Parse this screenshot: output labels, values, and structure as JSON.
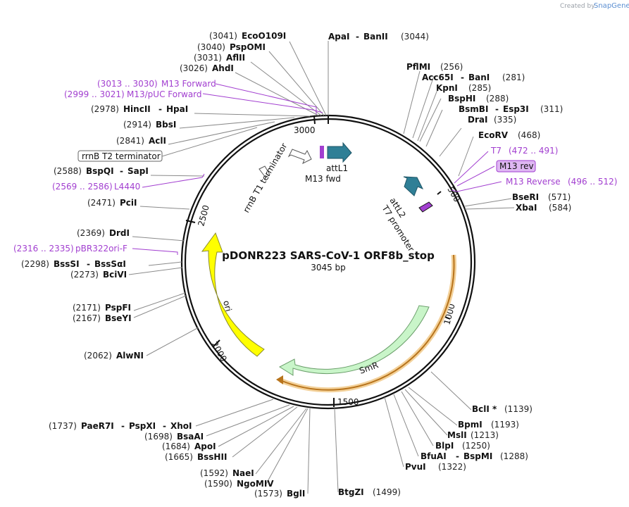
{
  "header": {
    "created_by": "Created by",
    "brand": "SnapGene"
  },
  "map": {
    "name": "pDONR223 SARS-CoV-1 ORF8b_stop",
    "length": "3045 bp",
    "ticks": [
      "500",
      "1000",
      "1500",
      "2000",
      "2500",
      "3000"
    ]
  },
  "features": {
    "attL1": "attL1",
    "m13fwd": "M13 fwd",
    "attL2": "attL2",
    "t7promoter": "T7 promoter",
    "smr": "SmR",
    "ori": "ori",
    "rrnB_t1": "rrnB T1 terminator",
    "rrnB_t2": "rrnB T2 terminator"
  },
  "sites": [
    {
      "id": "ecoO109i",
      "pos": "(3041)",
      "name": "EcoO109I"
    },
    {
      "id": "pspomi",
      "pos": "(3040)",
      "name": "PspOMI"
    },
    {
      "id": "aflii",
      "pos": "(3031)",
      "name": "AflII"
    },
    {
      "id": "ahdi",
      "pos": "(3026)",
      "name": "AhdI"
    },
    {
      "id": "m13forward",
      "pos": "(3013 .. 3030)",
      "name": "M13 Forward",
      "primer": true
    },
    {
      "id": "m13puc",
      "pos": "(2999 .. 3021)",
      "name": "M13/pUC Forward",
      "primer": true
    },
    {
      "id": "hincii",
      "pos": "(2978)",
      "name": "HincII",
      "name2": "HpaI"
    },
    {
      "id": "bbsi",
      "pos": "(2914)",
      "name": "BbsI"
    },
    {
      "id": "acli",
      "pos": "(2841)",
      "name": "AclI"
    },
    {
      "id": "bspqi",
      "pos": "(2588)",
      "name": "BspQI",
      "name2": "SapI"
    },
    {
      "id": "l4440",
      "pos": "(2569 .. 2586)",
      "name": "L4440",
      "primer": true
    },
    {
      "id": "pcii",
      "pos": "(2471)",
      "name": "PciI"
    },
    {
      "id": "drdi",
      "pos": "(2369)",
      "name": "DrdI"
    },
    {
      "id": "pbr322",
      "pos": "(2316 .. 2335)",
      "name": "pBR322ori-F",
      "primer": true
    },
    {
      "id": "bsssi",
      "pos": "(2298)",
      "name": "BssSI",
      "name2": "BssSαI"
    },
    {
      "id": "bcivi",
      "pos": "(2273)",
      "name": "BciVI"
    },
    {
      "id": "pspfi",
      "pos": "(2171)",
      "name": "PspFI"
    },
    {
      "id": "bseyi",
      "pos": "(2167)",
      "name": "BseYI"
    },
    {
      "id": "alwni",
      "pos": "(2062)",
      "name": "AlwNI"
    },
    {
      "id": "paer7i",
      "pos": "(1737)",
      "name": "PaeR7I",
      "name2": "PspXI",
      "name3": "XhoI"
    },
    {
      "id": "bsaai",
      "pos": "(1698)",
      "name": "BsaAI"
    },
    {
      "id": "apoi",
      "pos": "(1684)",
      "name": "ApoI"
    },
    {
      "id": "bsshii",
      "pos": "(1665)",
      "name": "BssHII"
    },
    {
      "id": "naei",
      "pos": "(1592)",
      "name": "NaeI"
    },
    {
      "id": "ngomiv",
      "pos": "(1590)",
      "name": "NgoMIV"
    },
    {
      "id": "bgli",
      "pos": "(1573)",
      "name": "BglI"
    },
    {
      "id": "btgzi",
      "name": "BtgZI",
      "pos": "(1499)"
    },
    {
      "id": "pvui",
      "name": "PvuI",
      "pos": "(1322)"
    },
    {
      "id": "bfuai",
      "name": "BfuAI",
      "name2": "BspMI",
      "pos": "(1288)"
    },
    {
      "id": "blpi",
      "name": "BlpI",
      "pos": "(1250)"
    },
    {
      "id": "msli",
      "name": "MslI",
      "pos": "(1213)"
    },
    {
      "id": "bpmi",
      "name": "BpmI",
      "pos": "(1193)"
    },
    {
      "id": "bcli",
      "name": "BclI *",
      "pos": "(1139)"
    },
    {
      "id": "xbai",
      "name": "XbaI",
      "pos": "(584)"
    },
    {
      "id": "bseri",
      "name": "BseRI",
      "pos": "(571)"
    },
    {
      "id": "m13reverse",
      "name": "M13 Reverse",
      "pos": "(496 .. 512)",
      "primer": true
    },
    {
      "id": "m13rev",
      "name": "M13 rev"
    },
    {
      "id": "t7",
      "name": "T7",
      "pos": "(472 .. 491)",
      "primer": true
    },
    {
      "id": "ecorv",
      "name": "EcoRV",
      "pos": "(468)"
    },
    {
      "id": "drai",
      "name": "DraI",
      "pos": "(335)"
    },
    {
      "id": "bsmbi",
      "name": "BsmBI",
      "name2": "Esp3I",
      "pos": "(311)"
    },
    {
      "id": "bsphi",
      "name": "BspHI",
      "pos": "(288)"
    },
    {
      "id": "kpni",
      "name": "KpnI",
      "pos": "(285)"
    },
    {
      "id": "acc65i",
      "name": "Acc65I",
      "name2": "BanI",
      "pos": "(281)"
    },
    {
      "id": "pflmi",
      "name": "PflMI",
      "pos": "(256)"
    },
    {
      "id": "apai",
      "name": "ApaI",
      "name2": "BanII",
      "pos": "(3044)"
    }
  ],
  "colors": {
    "primer": "#a23fd0",
    "attL": "#2f7f96",
    "smr": "#c9f5c9",
    "ori": "#ffff00",
    "orf": "#e8a33a"
  }
}
